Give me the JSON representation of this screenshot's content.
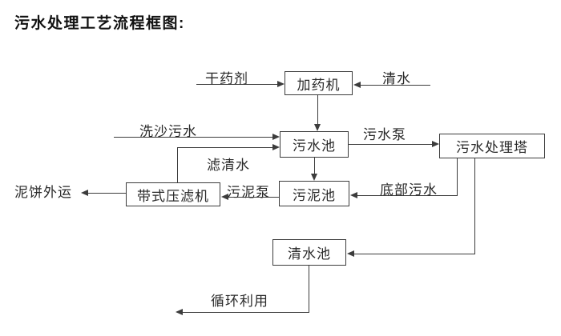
{
  "title": "污水处理工艺流程框图:",
  "diagram": {
    "type": "flowchart",
    "nodes": {
      "dosing_machine": "加药机",
      "sewage_pool": "污水池",
      "sludge_pool": "污泥池",
      "treatment_tower": "污水处理塔",
      "belt_filter_press": "带式压滤机",
      "clean_water_pool": "清水池"
    },
    "edge_labels": {
      "dry_chemical": "干药剂",
      "clean_water": "清水",
      "sand_washing_sewage": "洗沙污水",
      "filtered_water": "滤清水",
      "sewage_pump": "污水泵",
      "bottom_sewage": "底部污水",
      "sludge_pump": "污泥泵",
      "mud_cake_out": "泥饼外运",
      "recycling": "循环利用"
    },
    "flows": [
      "干药剂 -> 加药机",
      "清水 -> 加药机",
      "加药机 -> 污水池",
      "洗沙污水 -> 污水池",
      "带式压滤机 -(滤清水)-> 污水池",
      "污水池 -(污水泵)-> 污水处理塔",
      "污水池 -> 污泥池",
      "污水处理塔 -(底部污水)-> 污泥池",
      "污泥池 -(污泥泵)-> 带式压滤机",
      "带式压滤机 -> 泥饼外运",
      "污水处理塔 -> 清水池",
      "清水池 -> 循环利用"
    ],
    "colors": {
      "line": "#3c3c3c",
      "text": "#1f1f1f",
      "background": "#ffffff"
    }
  }
}
